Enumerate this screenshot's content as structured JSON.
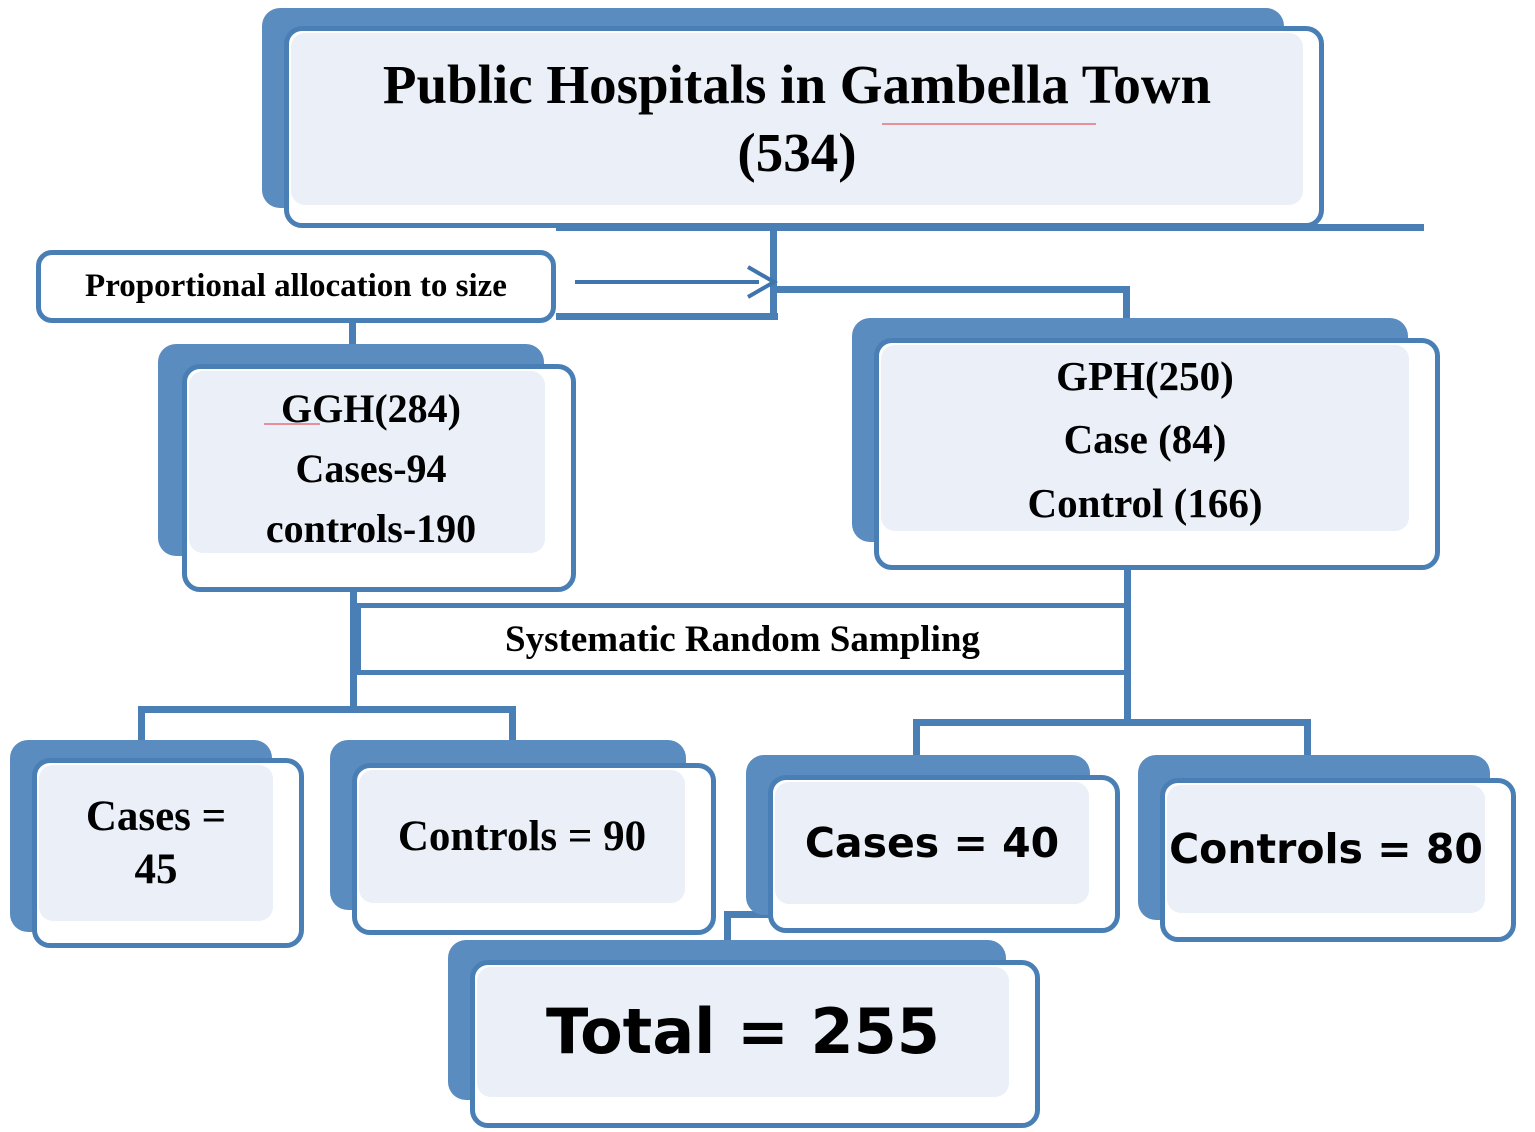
{
  "diagram": {
    "title_node": {
      "label": "Public Hospitals in Gambella Town (534)",
      "line1": "Public Hospitals in Gambella Town",
      "line2": "(534)",
      "total_population": 534
    },
    "allocation_label": "Proportional allocation to size",
    "sampling_label": "Systematic Random Sampling",
    "ggh": {
      "line1": "GGH(284)",
      "line2": "Cases-94",
      "line3": "controls-190",
      "total": 284,
      "cases": 94,
      "controls": 190
    },
    "gph": {
      "line1": "GPH(250)",
      "line2": "Case (84)",
      "line3": "Control (166)",
      "total": 250,
      "cases": 84,
      "controls": 166
    },
    "ggh_cases": {
      "line1": "Cases =",
      "line2": "45",
      "value": 45
    },
    "ggh_controls": {
      "line1": "Controls  = 90",
      "value": 90
    },
    "gph_cases": {
      "line1": "Cases = 40",
      "value": 40
    },
    "gph_controls": {
      "line1": "Controls = 80",
      "value": 80
    },
    "total_node": {
      "line1": "Total = 255",
      "value": 255
    },
    "colors": {
      "box_border": "#4a7fb5",
      "box_shadow": "#5b8cc0",
      "box_inner_fill": "#eaeff8",
      "box_outer_fill": "#ffffff",
      "connector": "#4a7fb5",
      "arrow": "#3f74ad",
      "text": "#000000",
      "page_background": "#ffffff"
    }
  }
}
